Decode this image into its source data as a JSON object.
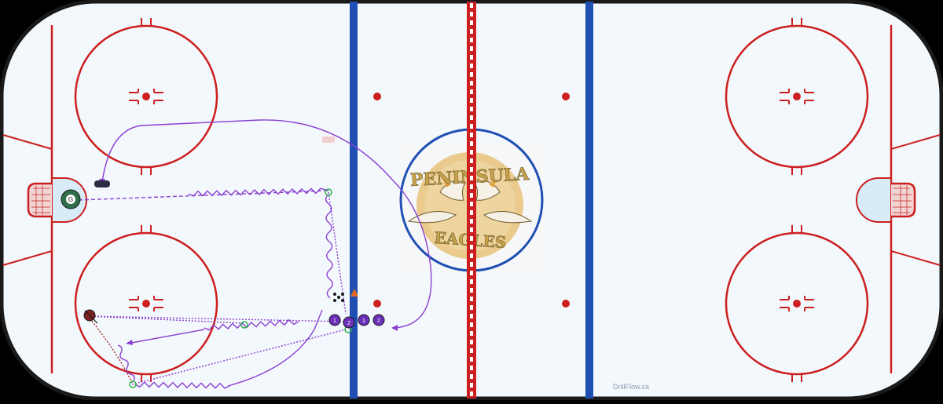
{
  "rink": {
    "boards_color": "#1a1a1a",
    "ice_color": "#f3f8fc",
    "red_line_color": "#cc1f1f",
    "blue_line_color": "#1f4fb3",
    "crease_color": "#d8ecf8",
    "center_circle_color": "#1f4fb3",
    "drill_line_color": "#8a3fd1"
  },
  "logo": {
    "line1": "PENINSULA",
    "line2": "EAGLES",
    "fill_color": "#e8c27a"
  },
  "markers": {
    "player_labels": [
      "1",
      "2",
      "1",
      "2"
    ],
    "goalie_label": "G"
  },
  "watermark": "DrillFlow.ca"
}
